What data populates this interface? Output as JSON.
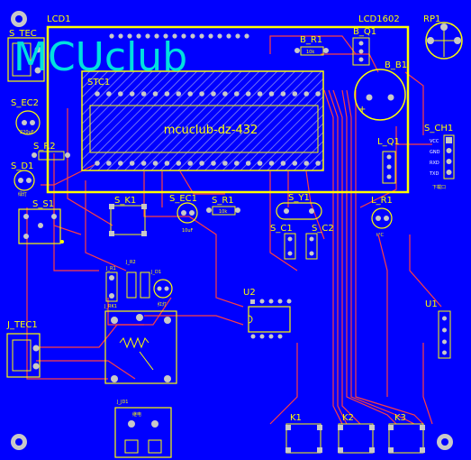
{
  "brand": {
    "logo_text": "MCUclub",
    "logo_color": "#00e0e0",
    "board_text": "mcuclub-dz-432"
  },
  "colors": {
    "board": "#0000ff",
    "silk": "#ffff00",
    "trace": "#ff4040",
    "pad": "#c8c8c8",
    "via_center": "#0000ff"
  },
  "labels": {
    "lcd1": "LCD1",
    "lcd1602": "LCD1602",
    "rp1": "RP1",
    "s_tec": "S_TEC",
    "b_r1": "B_R1",
    "b_q1": "B_Q1",
    "b_b1": "B_B1",
    "stc1": "STC1",
    "s_ec2": "S_EC2",
    "s_ec2_val": "220uF",
    "s_r2": "S_R2",
    "s_d1": "S_D1",
    "s_d1_val": "绿灯",
    "s_ch1": "S_CH1",
    "l_q1": "L_Q1",
    "l_r1": "L_R1",
    "s_s1": "S_S1",
    "s_k1": "S_K1",
    "s_ec1": "S_EC1",
    "s_ec1_val": "10uF",
    "s_r1": "S_R1",
    "s_r1_val": "10k",
    "s_y1": "S_Y1",
    "s_c1": "S_C1",
    "s_c2": "S_C2",
    "u2": "U2",
    "u1": "U1",
    "j_tec1": "J_TEC1",
    "j_r1": "J_R1",
    "j_r2": "J_R2",
    "j_d1": "J_D1",
    "j_rk1": "J_RK1",
    "j_d1_val": "红灯",
    "j_jd1": "J_JD1",
    "j_jd1_val": "继电",
    "k1": "K1",
    "k2": "K2",
    "k3": "K3",
    "ch_vcc": "VCC",
    "ch_gnd": "GND",
    "ch_rxd": "RXD",
    "ch_txd": "TXD",
    "ch_note": "下载口",
    "b_r1_val": "10k",
    "l_r1_val": "t°C"
  }
}
